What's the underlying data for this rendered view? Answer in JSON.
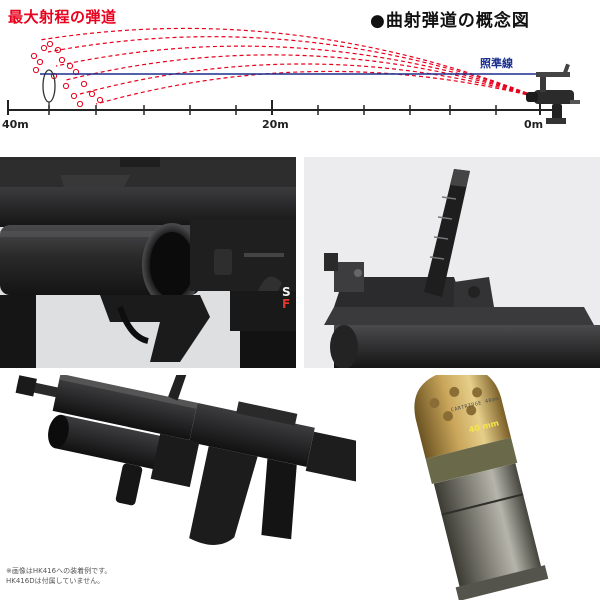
{
  "diagram": {
    "title_left": "最大射程の弾道",
    "title_right": "●曲射弾道の概念図",
    "sight_line_label": "照準線",
    "distances": [
      "40m",
      "20m",
      "0m"
    ],
    "colors": {
      "trajectory": "#e8001c",
      "sight_line": "#1a2f8f",
      "axis": "#222222"
    }
  },
  "launcher_panel": {
    "selector_safe": "S",
    "selector_fire": "F",
    "fire_color": "#e4372c"
  },
  "shell_panel": {
    "warhead_marking": "40 mm",
    "case_marking": "CARTRIDGE 40mm"
  },
  "footnote": {
    "line1": "※画像はHK416への装着例です。",
    "line2": "HK416Dは付属していません。"
  }
}
